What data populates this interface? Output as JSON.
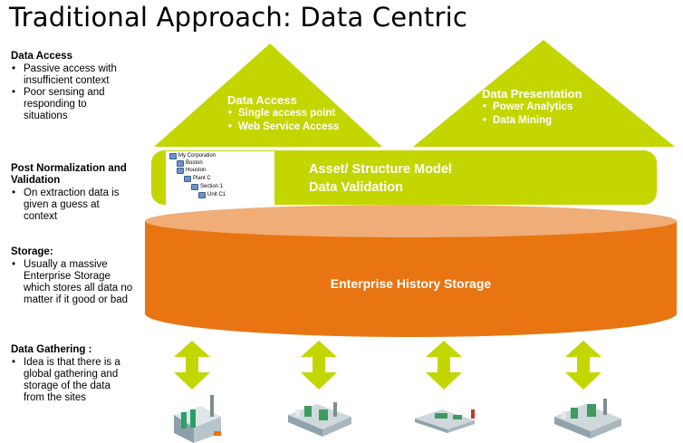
{
  "title": "Traditional Approach: Data Centric",
  "sidebar": [
    {
      "heading": "Data Access",
      "bullets": [
        "Passive access with insufficient context",
        "Poor sensing and responding to situations"
      ]
    },
    {
      "heading": "Post Normalization and Validation",
      "bullets": [
        "On extraction data is given a guess at context"
      ]
    },
    {
      "heading": "Storage:",
      "bullets": [
        "Usually a massive Enterprise Storage which stores all data no matter if it good or bad"
      ]
    },
    {
      "heading": "Data Gathering :",
      "bullets": [
        "Idea is that there is a global gathering and storage of the data from the sites"
      ]
    }
  ],
  "triangles": [
    {
      "title": "Data Access",
      "bullets": [
        "Single access point",
        "Web Service Access"
      ]
    },
    {
      "title": "Data Presentation",
      "bullets": [
        "Power Analytics",
        "Data Mining"
      ]
    }
  ],
  "band": {
    "line1": "Asset/  Structure Model",
    "line2": "Data Validation"
  },
  "tree": {
    "items": [
      "My Corporation",
      "Boston",
      "Houston",
      "Plant C",
      "Section 1",
      "Unit C1"
    ]
  },
  "cylinder": {
    "label": "Enterprise  History  Storage"
  },
  "colors": {
    "green": "#c4d600",
    "orange": "#e87511",
    "orange_top": "#f0ad78",
    "white": "#ffffff"
  },
  "sites": {
    "icons": [
      "factory-icon",
      "plant-icon",
      "refinery-icon",
      "plant-icon"
    ]
  }
}
